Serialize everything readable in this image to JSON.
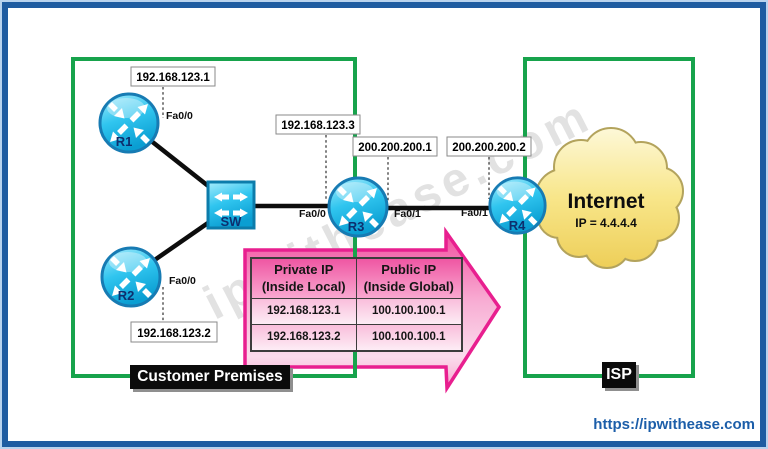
{
  "watermark": {
    "text": "ipwithease.com"
  },
  "footer": {
    "link": "https://ipwithease.com"
  },
  "zones": {
    "customer": {
      "label": "Customer Premises"
    },
    "isp": {
      "label": "ISP"
    }
  },
  "devices": {
    "r1": {
      "name": "R1",
      "interface": "Fa0/0",
      "ip": "192.168.123.1"
    },
    "r2": {
      "name": "R2",
      "interface": "Fa0/0",
      "ip": "192.168.123.2"
    },
    "r3": {
      "name": "R3",
      "interface_left": "Fa0/0",
      "interface_right": "Fa0/1",
      "ip_left": "192.168.123.3",
      "ip_right": "200.200.200.1"
    },
    "r4": {
      "name": "R4",
      "interface": "Fa0/1",
      "ip": "200.200.200.2"
    },
    "switch": {
      "name": "SW"
    },
    "internet_cloud": {
      "name": "Internet",
      "ip": "IP = 4.4.4.4"
    }
  },
  "nat_table": {
    "col1_header": {
      "line1": "Private IP",
      "line2": "(Inside Local)"
    },
    "col2_header": {
      "line1": "Public IP",
      "line2": "(Inside Global)"
    },
    "rows": [
      {
        "private": "192.168.123.1",
        "public": "100.100.100.1"
      },
      {
        "private": "192.168.123.2",
        "public": "100.100.100.1"
      }
    ]
  },
  "colors": {
    "frame_blue": "#1f5ca1",
    "frame_light_blue": "#b9d3ee",
    "zone_green": "#17a34c",
    "router_cyan": "#2fc5ef",
    "arrow_pink": "#e81f8f",
    "cloud_yellow": "#f8e68a",
    "link_text_blue": "#1c5ea9"
  }
}
